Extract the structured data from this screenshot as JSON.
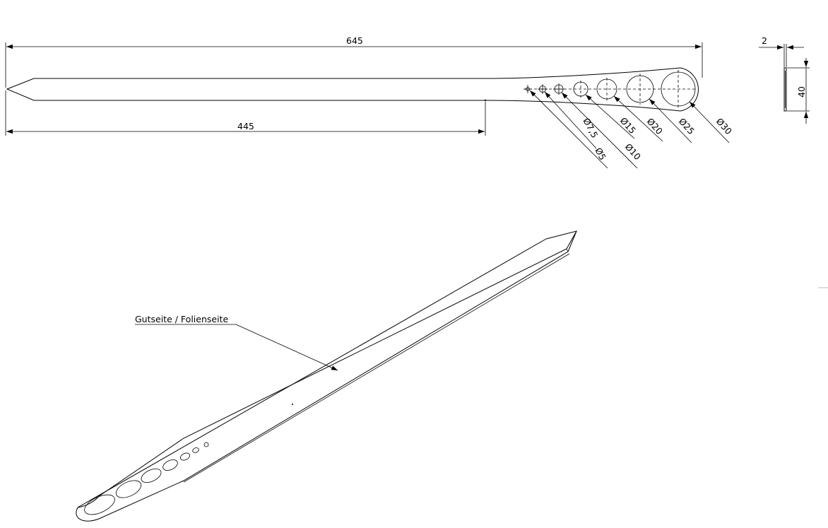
{
  "dimensions": {
    "total_length": "645",
    "partial_length": "445",
    "thickness": "2",
    "width": "40"
  },
  "holes": [
    {
      "label": "Ø5"
    },
    {
      "label": "Ø7,5"
    },
    {
      "label": "Ø10"
    },
    {
      "label": "Ø15"
    },
    {
      "label": "Ø20"
    },
    {
      "label": "Ø25"
    },
    {
      "label": "Ø30"
    }
  ],
  "annotation": {
    "side_label": "Gutseite / Folienseite"
  }
}
